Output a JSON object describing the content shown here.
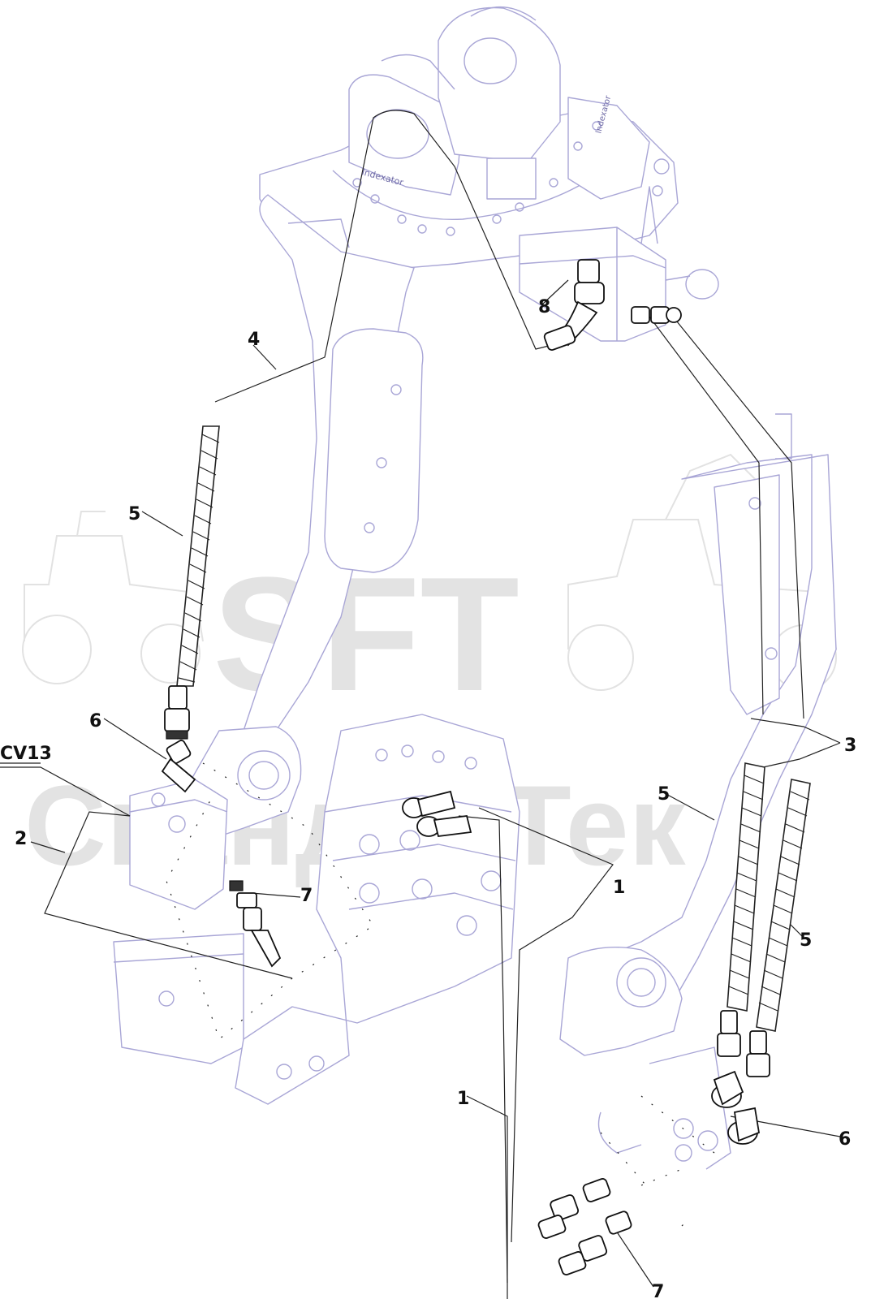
{
  "watermark": {
    "brand": "SFT",
    "company": "СкандТрТек"
  },
  "rotator": {
    "brand": "Indexator",
    "brand_side": "Indexator"
  },
  "labels": {
    "l4": "4",
    "l8": "8",
    "l5a": "5",
    "l6a": "6",
    "cv13": "CV13",
    "l2": "2",
    "l7a": "7",
    "l1a": "1",
    "l1b": "1",
    "l3": "3",
    "l5b": "5",
    "l5c": "5",
    "l6b": "6",
    "l7b": "7"
  }
}
